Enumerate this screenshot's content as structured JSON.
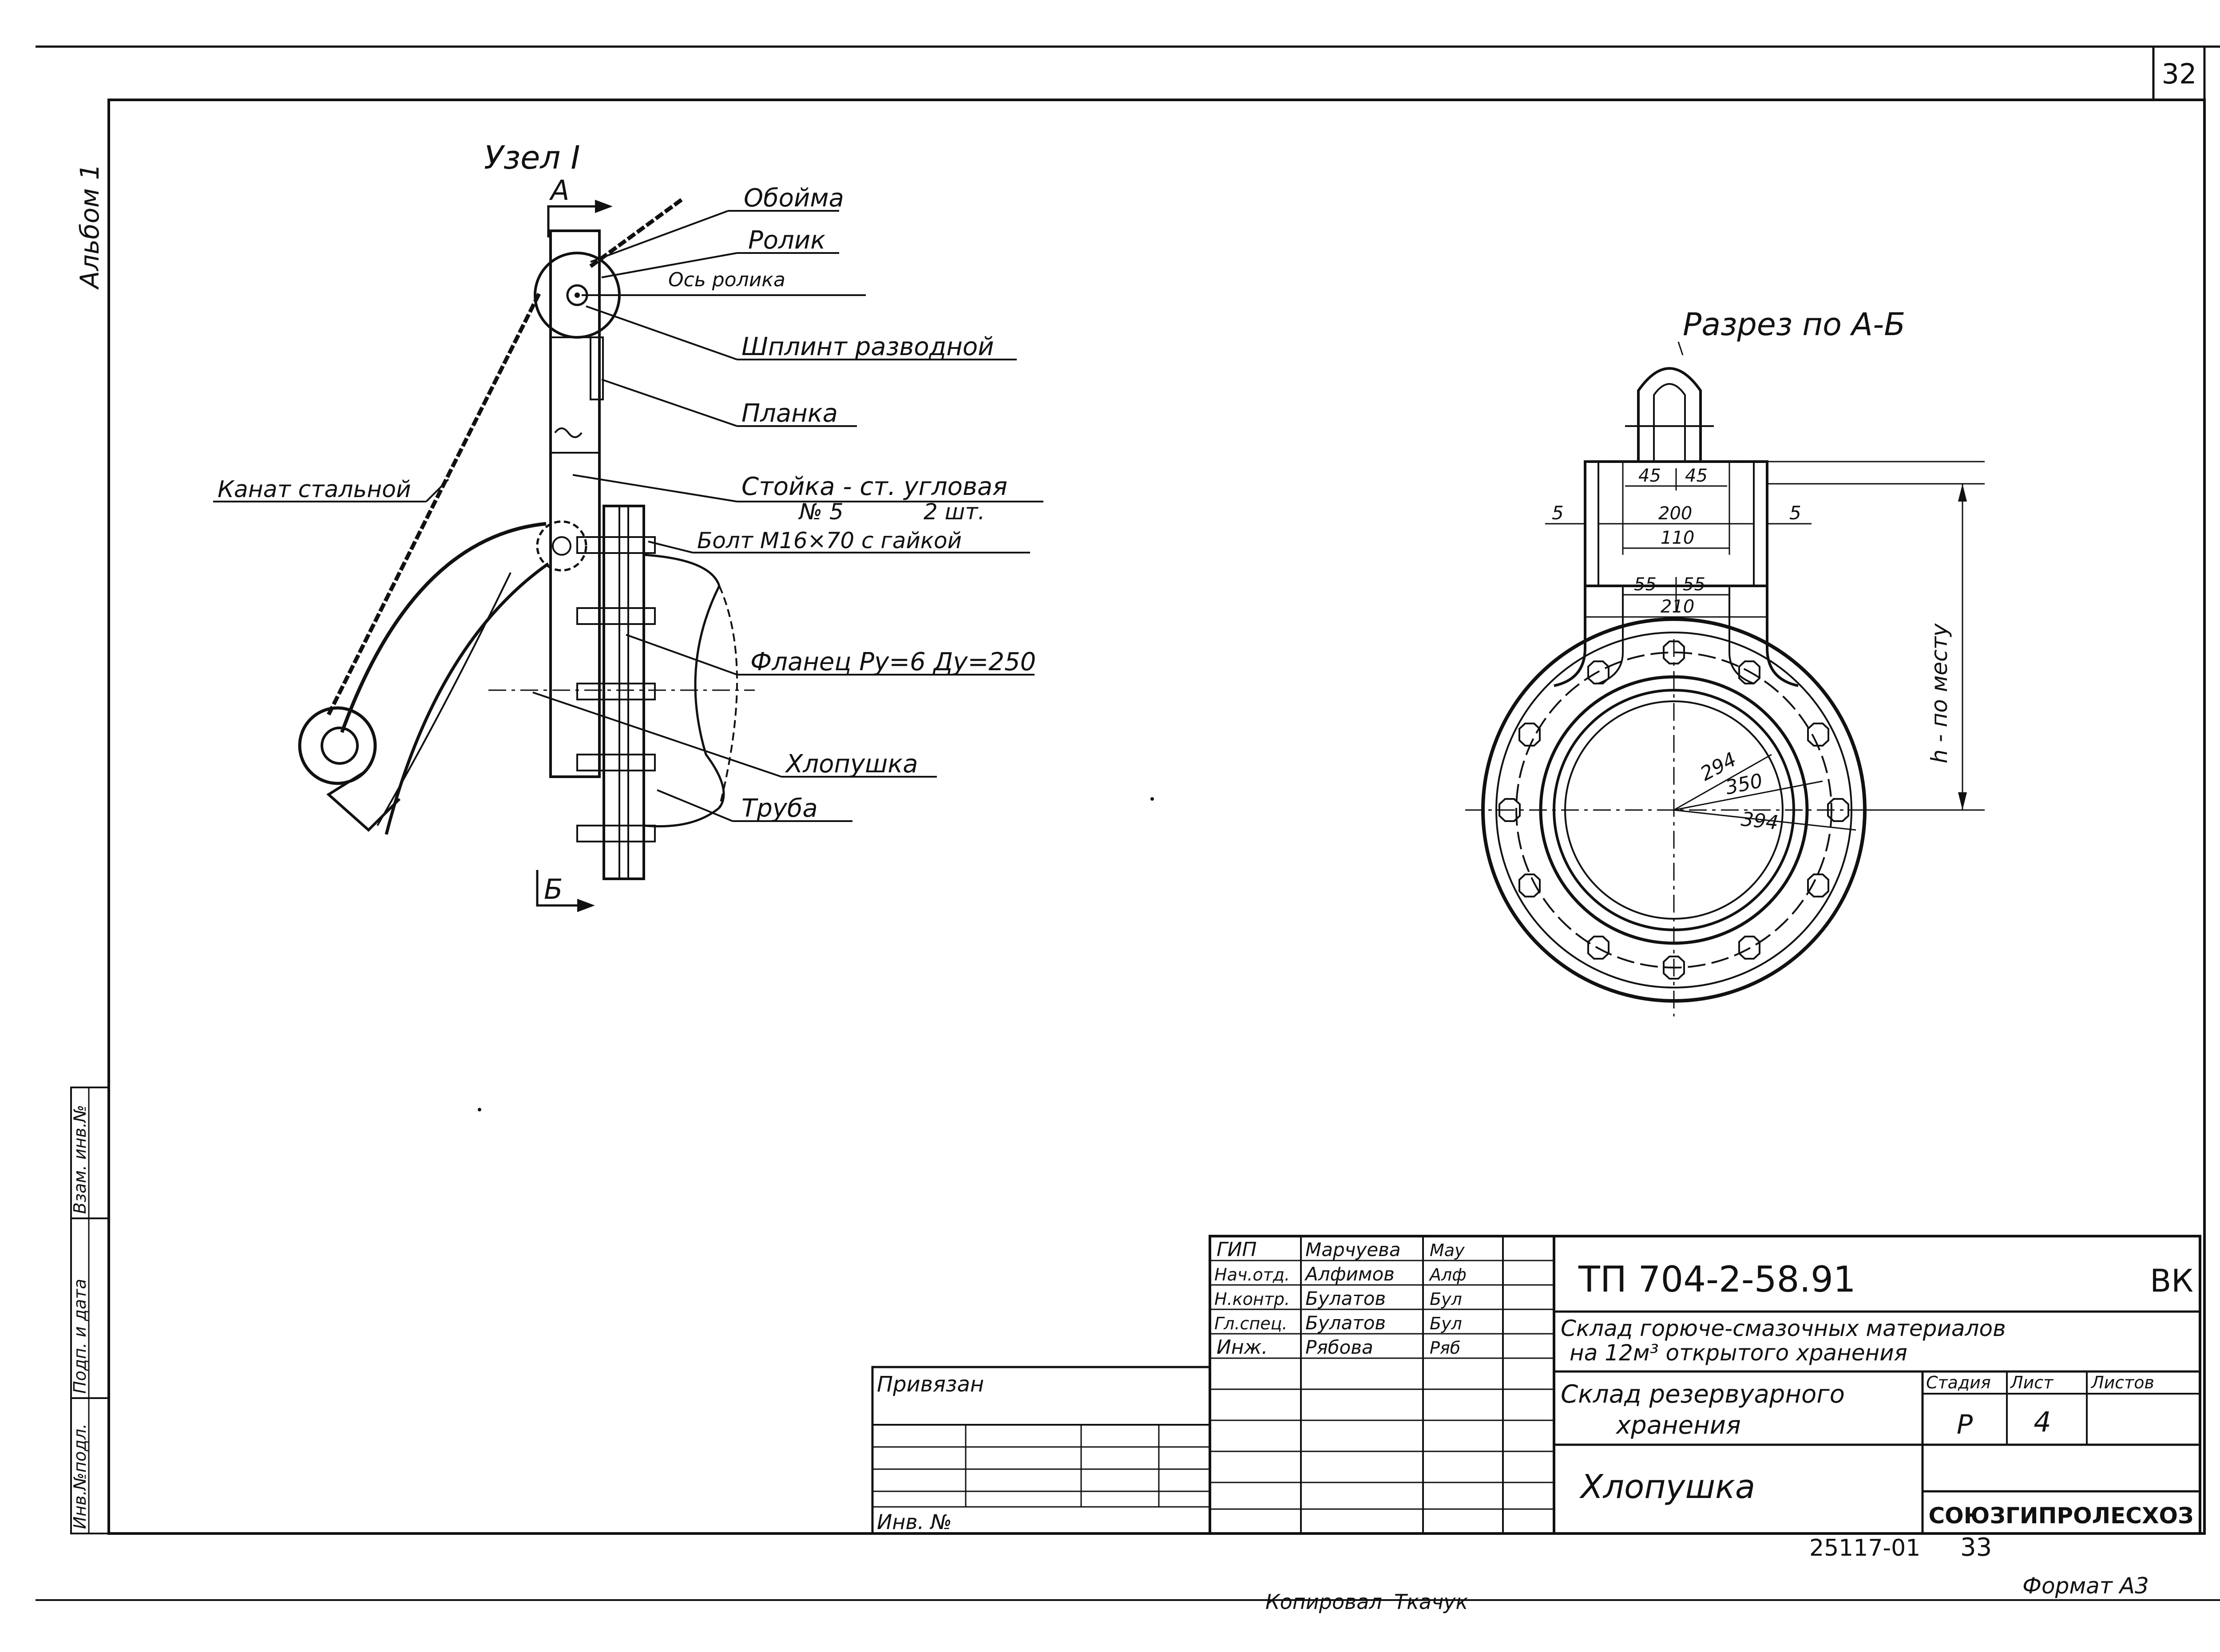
{
  "sheet": {
    "page_number": "32",
    "album": "Альбом 1",
    "format": "Формат А3",
    "copied_by": "Копировал",
    "copied_sign": "Ткачук",
    "archive_no": "25117-01",
    "archive_sheet": "33"
  },
  "node_view": {
    "title": "Узел I",
    "arrow_top": "А",
    "arrow_bottom": "Б",
    "callouts": [
      "Обойма",
      "Ролик",
      "Ось ролика",
      "Шплинт разводной",
      "Планка",
      "Стойка - ст. угловая",
      "№ 5",
      "2 шт.",
      "Болт М16×70 с гайкой",
      "Фланец Ру=6 Ду=250",
      "Хлопушка",
      "Труба",
      "Канат стальной"
    ]
  },
  "section_view": {
    "title": "Разрез по А-Б",
    "dims": {
      "d45_left": "45",
      "d45_right": "45",
      "d5_left": "5",
      "d5_right": "5",
      "d200": "200",
      "d110": "110",
      "d55_left": "55",
      "d55_right": "55",
      "d210": "210",
      "dia294": "294",
      "dia350": "350",
      "dia394": "394",
      "height_label": "h - по месту"
    }
  },
  "side_stamps": [
    "Инв.№подл.",
    "Подп. и дата",
    "Взам. инв.№"
  ],
  "title_block": {
    "signatures": [
      {
        "role": "ГИП",
        "name": "Марчуева",
        "sign": "Мау"
      },
      {
        "role": "Нач.отд.",
        "name": "Алфимов",
        "sign": "Алф"
      },
      {
        "role": "Н.контр.",
        "name": "Булатов",
        "sign": "Бул"
      },
      {
        "role": "Гл.спец.",
        "name": "Булатов",
        "sign": "Бул"
      },
      {
        "role": "Инж.",
        "name": "Рябова",
        "sign": "Ряб"
      }
    ],
    "bound_label": "Привязан",
    "inv_label": "Инв. №",
    "doc_code": "ТП 704-2-58.91",
    "mark": "ВК",
    "project_line1": "Склад горюче-смазочных материалов",
    "project_line2": "на 12м³ открытого хранения",
    "object_line1": "Склад резервуарного",
    "object_line2": "хранения",
    "stage_header": "Стадия",
    "sheet_header": "Лист",
    "sheets_header": "Листов",
    "stage": "Р",
    "sheet_no": "4",
    "sheets_total": "",
    "drawing_name": "Хлопушка",
    "organization": "СОЮЗГИПРОЛЕСХОЗ"
  }
}
